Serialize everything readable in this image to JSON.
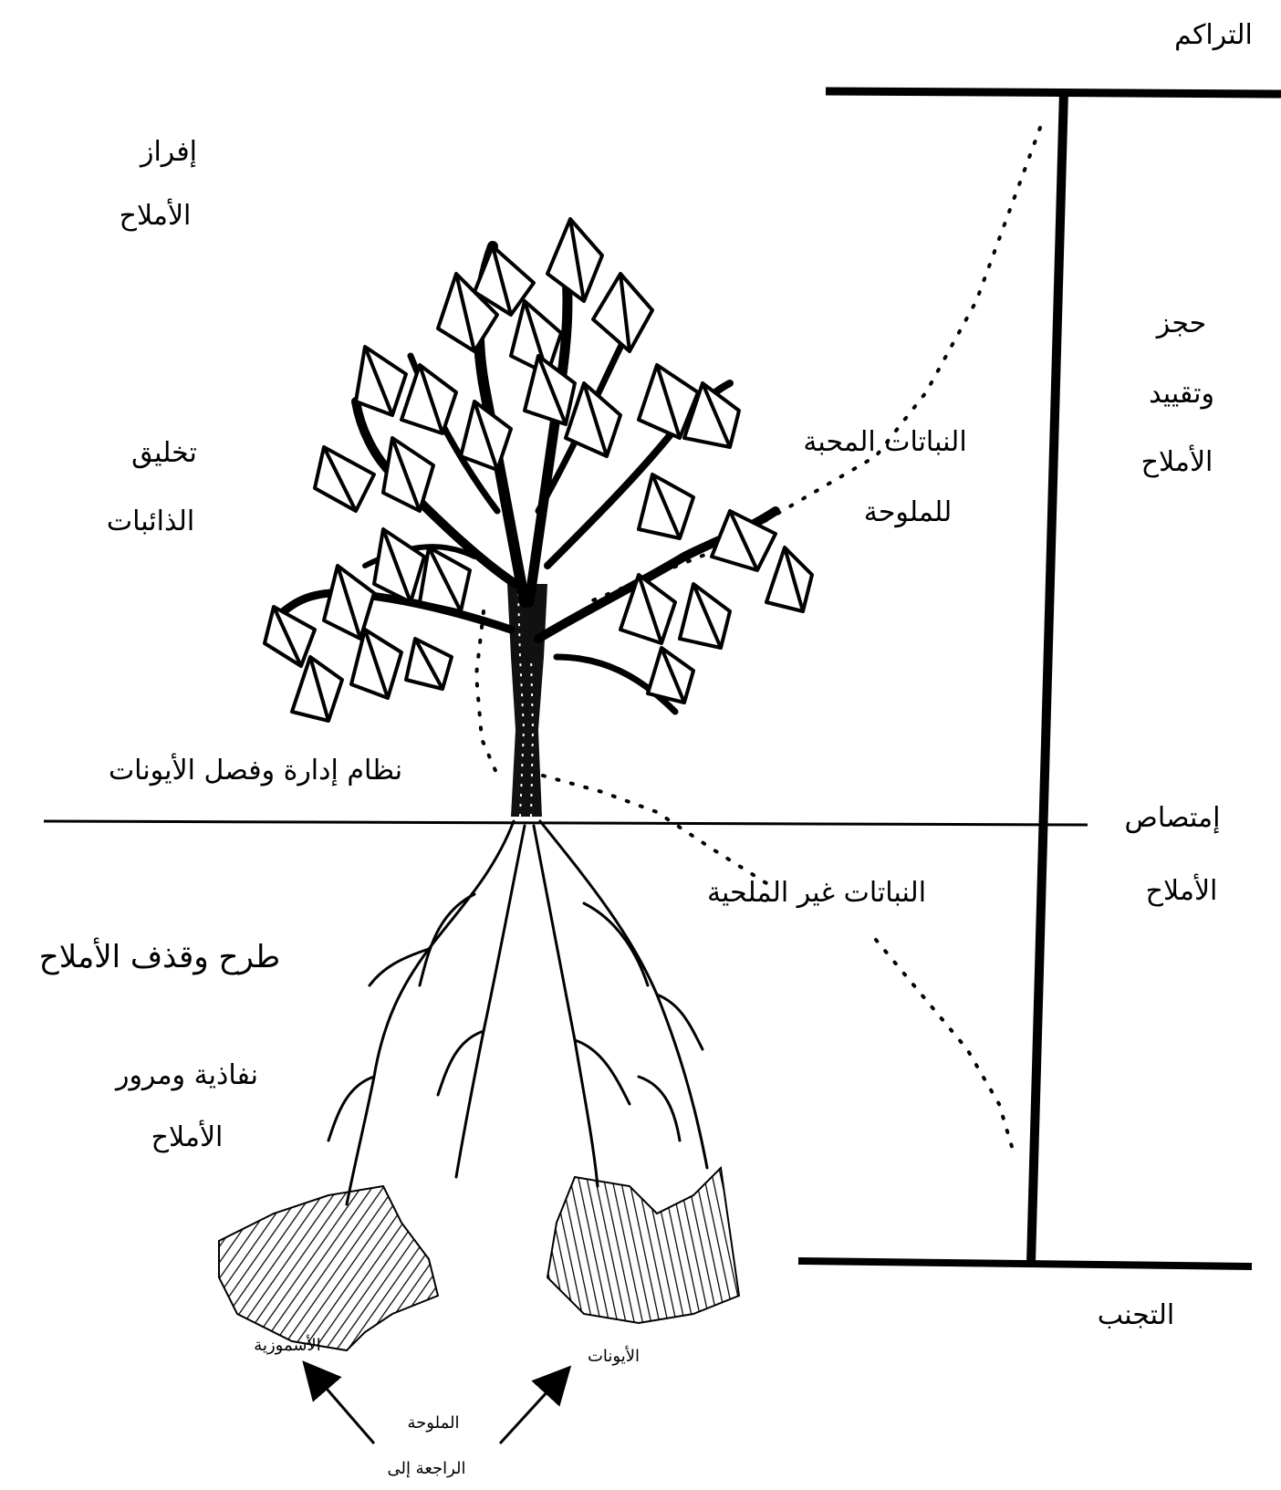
{
  "labels": {
    "accumulation": "التراكم",
    "salt_secretion_1": "إفراز",
    "salt_secretion_2": "الأملاح",
    "compartment_1": "حجز",
    "compartment_2": "وتقييد",
    "compartment_3": "الأملاح",
    "solute_synthesis_1": "تخليق",
    "solute_synthesis_2": "الذائبات",
    "halophytes_1": "النباتات المحبة",
    "halophytes_2": "للملوحة",
    "ion_system": "نظام إدارة وفصل الأيونات",
    "absorption_1": "إمتصاص",
    "absorption_2": "الأملاح",
    "glycophytes": "النباتات غير الملحية",
    "exclusion": "طرح وقذف الأملاح",
    "permeability_1": "نفاذية ومرور",
    "permeability_2": "الأملاح",
    "avoidance": "التجنب",
    "osmotic": "الأسموزية",
    "ionic": "الأيونات",
    "salinity_1": "الملوحة",
    "salinity_2": "الراجعة إلى"
  }
}
